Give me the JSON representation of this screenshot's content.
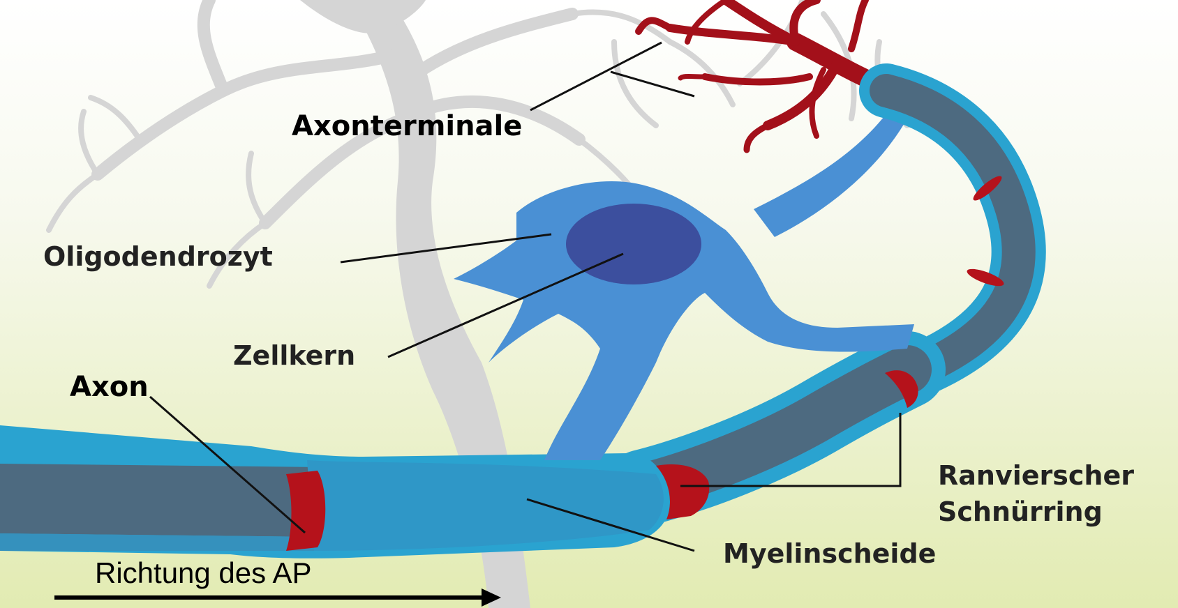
{
  "diagram": {
    "labels": {
      "axonterminale": "Axonterminale",
      "oligodendrozyt": "Oligodendrozyt",
      "zellkern": "Zellkern",
      "axon": "Axon",
      "ranvier_line1": "Ranvierscher",
      "ranvier_line2": "Schnürring",
      "myelinscheide": "Myelinscheide",
      "direction": "Richtung des AP"
    },
    "colors": {
      "background_top": "#ffffff",
      "background_bottom": "#e4ecb4",
      "neuron_gray": "#d6d6d6",
      "axon_core": "#4d6a80",
      "myelin": "#2aa3d0",
      "oligodendrocyte": "#4a90d4",
      "nucleus": "#3c4f9e",
      "ranvier_node": "#b5121b",
      "terminal": "#a3101a"
    }
  }
}
